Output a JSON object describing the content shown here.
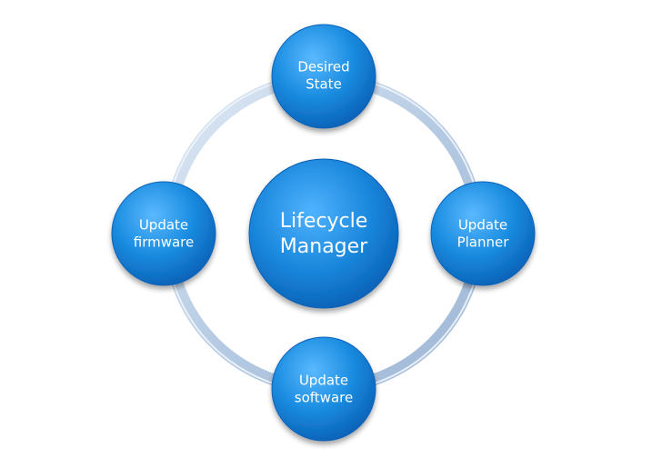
{
  "diagram": {
    "center": {
      "line1": "Lifecycle",
      "line2": "Manager"
    },
    "nodes": {
      "top": {
        "line1": "Desired",
        "line2": "State"
      },
      "right": {
        "line1": "Update",
        "line2": "Planner"
      },
      "bottom": {
        "line1": "Update",
        "line2": "software"
      },
      "left": {
        "line1": "Update",
        "line2": "firmware"
      }
    },
    "colors": {
      "node_fill": "#1a8ce0",
      "node_edge": "#0a63b8",
      "ring": "#b9cde4",
      "text": "#ffffff"
    }
  }
}
